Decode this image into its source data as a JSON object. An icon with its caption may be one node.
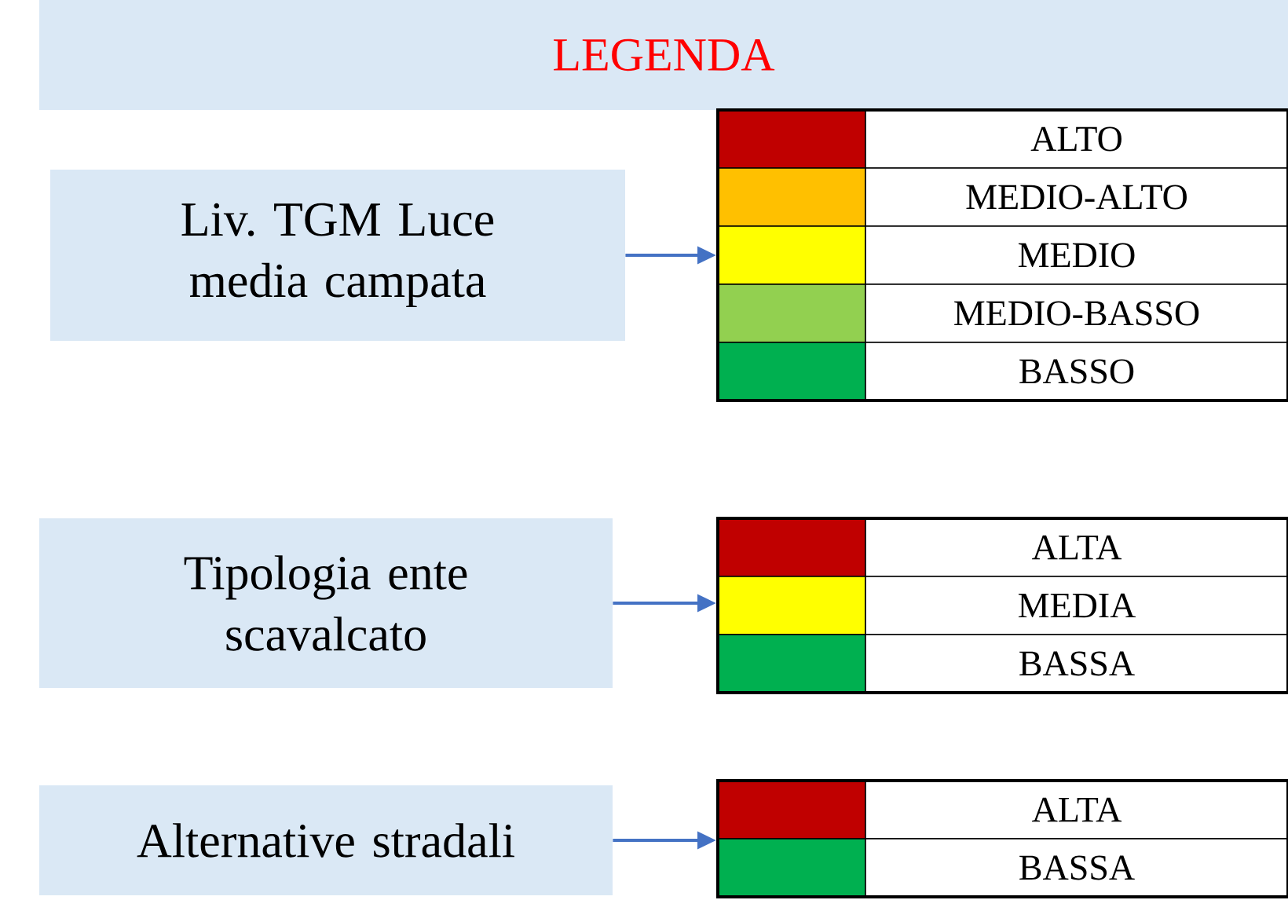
{
  "diagram": {
    "nodes": [
      {
        "text": [
          "LEGENDA"
        ]
      },
      {
        "text": [
          "Liv. TGM Luce media campata"
        ]
      },
      {
        "text": [
          "Tipologia ente scavalcato"
        ]
      },
      {
        "text": [
          "Alternative stradali"
        ]
      },
      {
        "text": [],
        "shape": "box"
      },
      {
        "text": [],
        "shape": "box"
      },
      {
        "text": [],
        "shape": "box"
      }
    ],
    "edges": [
      {
        "from": 1,
        "to": 4,
        "arrow": "to"
      },
      {
        "from": 2,
        "to": 5,
        "arrow": "to"
      },
      {
        "from": 3,
        "to": 6,
        "arrow": "to"
      }
    ],
    "legend": [
      {
        "text": "ALTO",
        "color": "#c00000"
      },
      {
        "text": "MEDIO-ALTO",
        "color": "#ffc000"
      },
      {
        "text": "MEDIO",
        "color": "#ffff00"
      },
      {
        "text": "MEDIO-BASSO",
        "color": "#92d050"
      },
      {
        "text": "BASSO",
        "color": "#00b050"
      },
      {
        "text": "ALTA",
        "color": "#c00000"
      },
      {
        "text": "MEDIA",
        "color": "#ffff00"
      },
      {
        "text": "BASSA",
        "color": "#00b050"
      },
      {
        "text": "ALTA",
        "color": "#c00000"
      },
      {
        "text": "BASSA",
        "color": "#00b050"
      }
    ]
  }
}
